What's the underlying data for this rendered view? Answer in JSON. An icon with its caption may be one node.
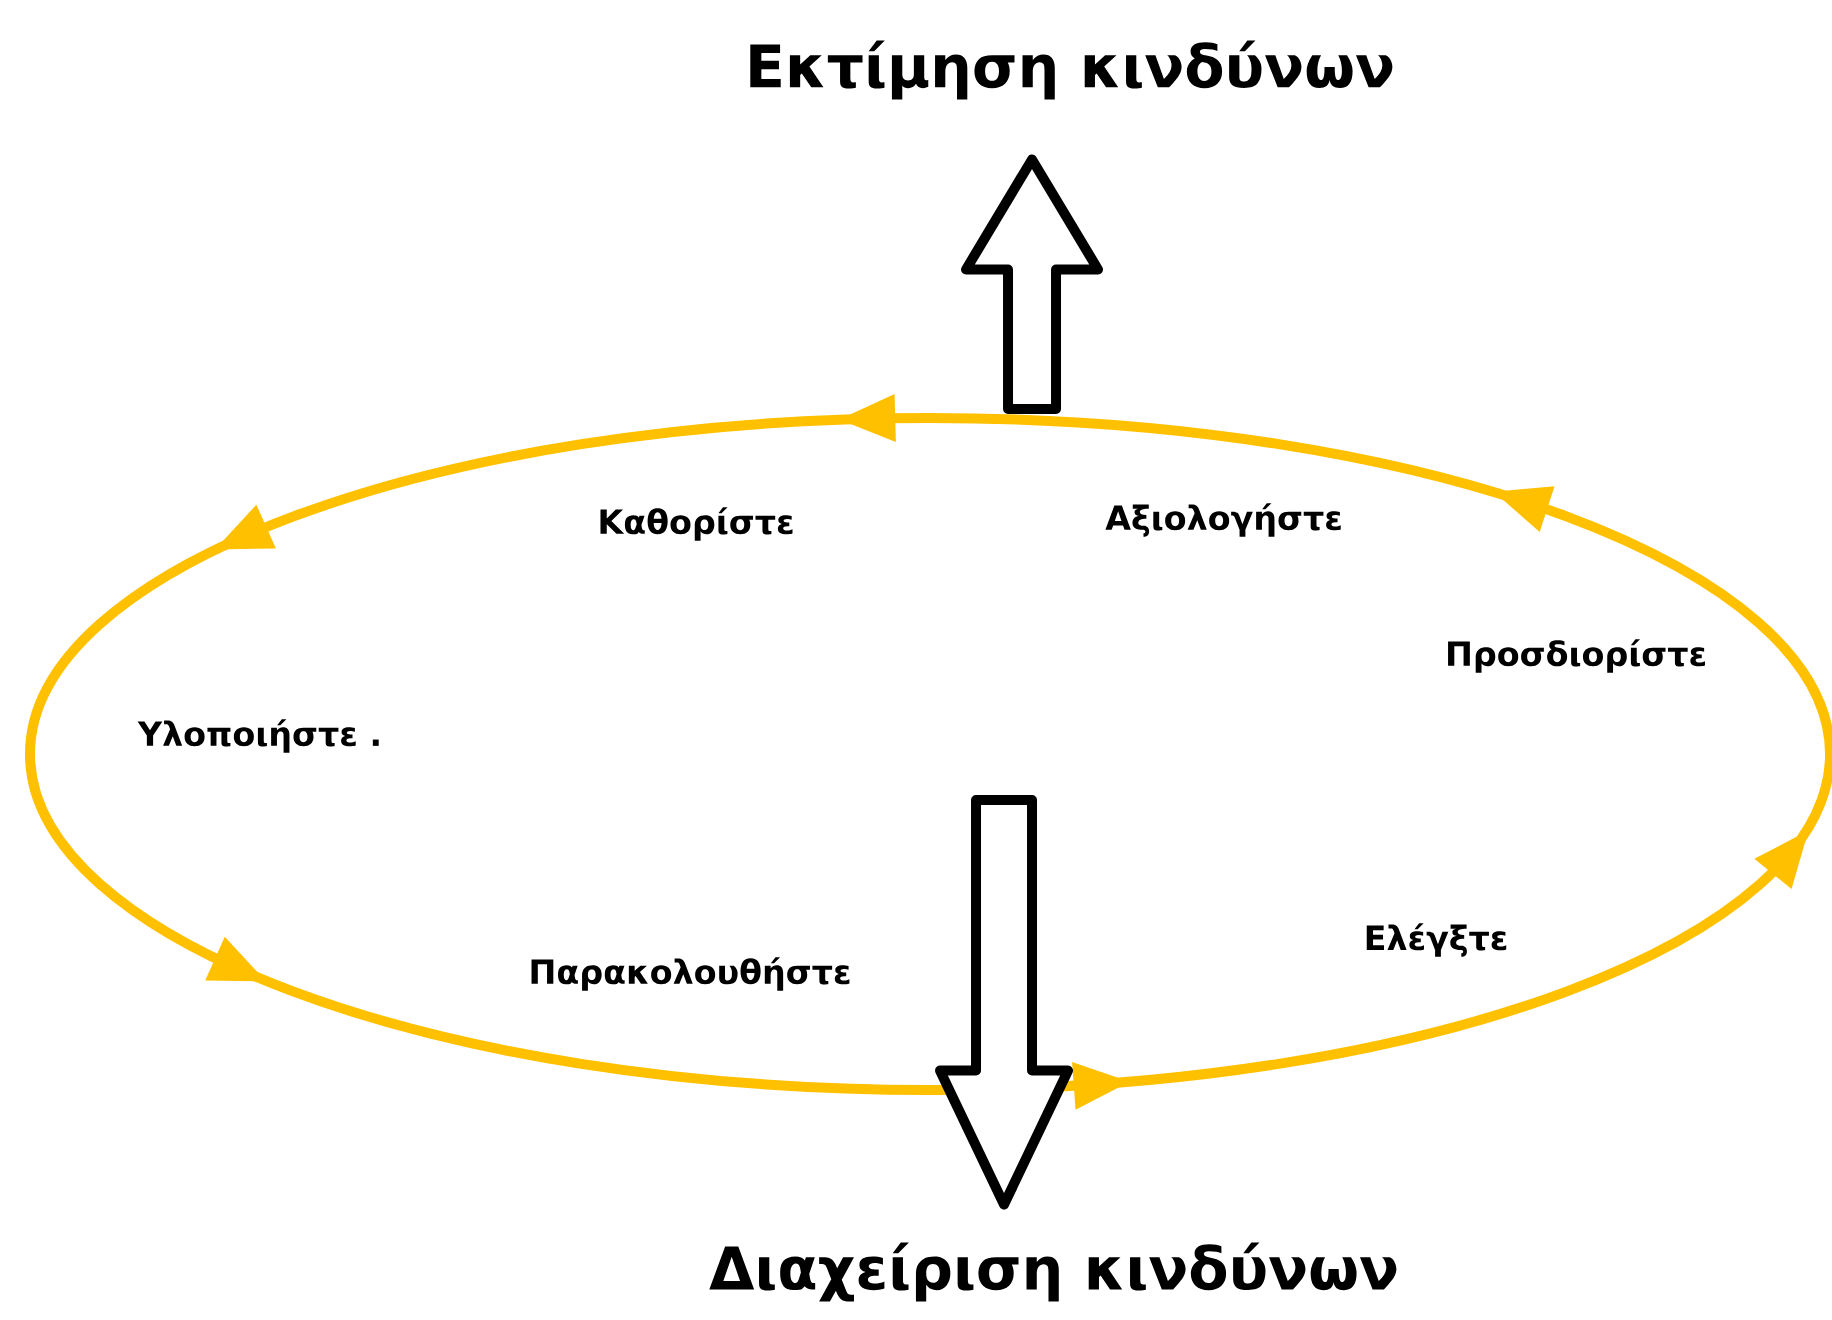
{
  "diagram": {
    "nodes": [
      {
        "text": [
          "Εκτίμηση κινδύνων"
        ]
      },
      {
        "text": [
          "Διαχείριση κινδύνων"
        ]
      },
      {
        "text": [
          "Καθορίστε",
          "Αξιολογήστε",
          "Προσδιορίστε",
          "Υλοποιήστε .",
          "Ελέγξτε",
          "Παρακολουθήστε"
        ]
      }
    ],
    "edges": [
      {
        "from": 2,
        "to": 0,
        "arrow": "to"
      },
      {
        "from": 2,
        "to": 1,
        "arrow": "to"
      }
    ]
  }
}
